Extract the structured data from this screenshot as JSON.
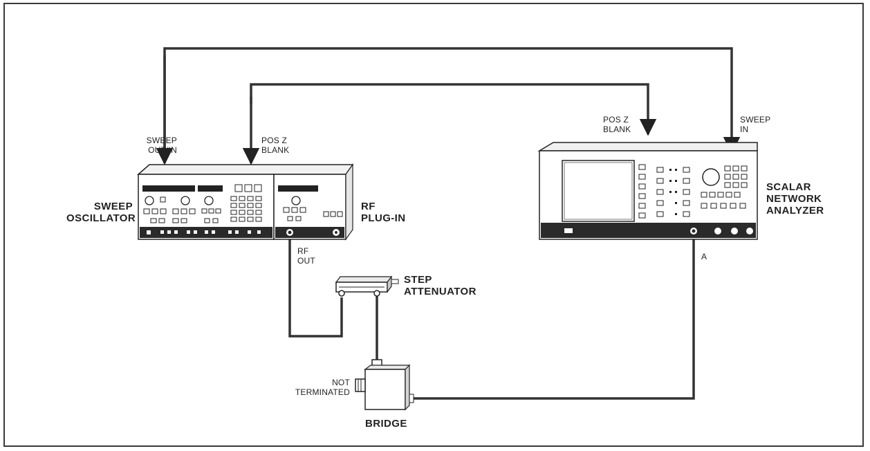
{
  "labels": {
    "sweep_out_in": "SWEEP\nOUT/IN",
    "pos_z_blank_osc": "POS Z\nBLANK",
    "pos_z_blank_analyzer": "POS Z\nBLANK",
    "sweep_in": "SWEEP\nIN",
    "sweep_oscillator": "SWEEP\nOSCILLATOR",
    "rf_plug_in": "RF\nPLUG-IN",
    "scalar_network_analyzer": "SCALAR\nNETWORK\nANALYZER",
    "rf_out": "RF\nOUT",
    "step_attenuator": "STEP\nATTENUATOR",
    "not_terminated": "NOT\nTERMINATED",
    "bridge": "BRIDGE",
    "port_a": "A"
  }
}
